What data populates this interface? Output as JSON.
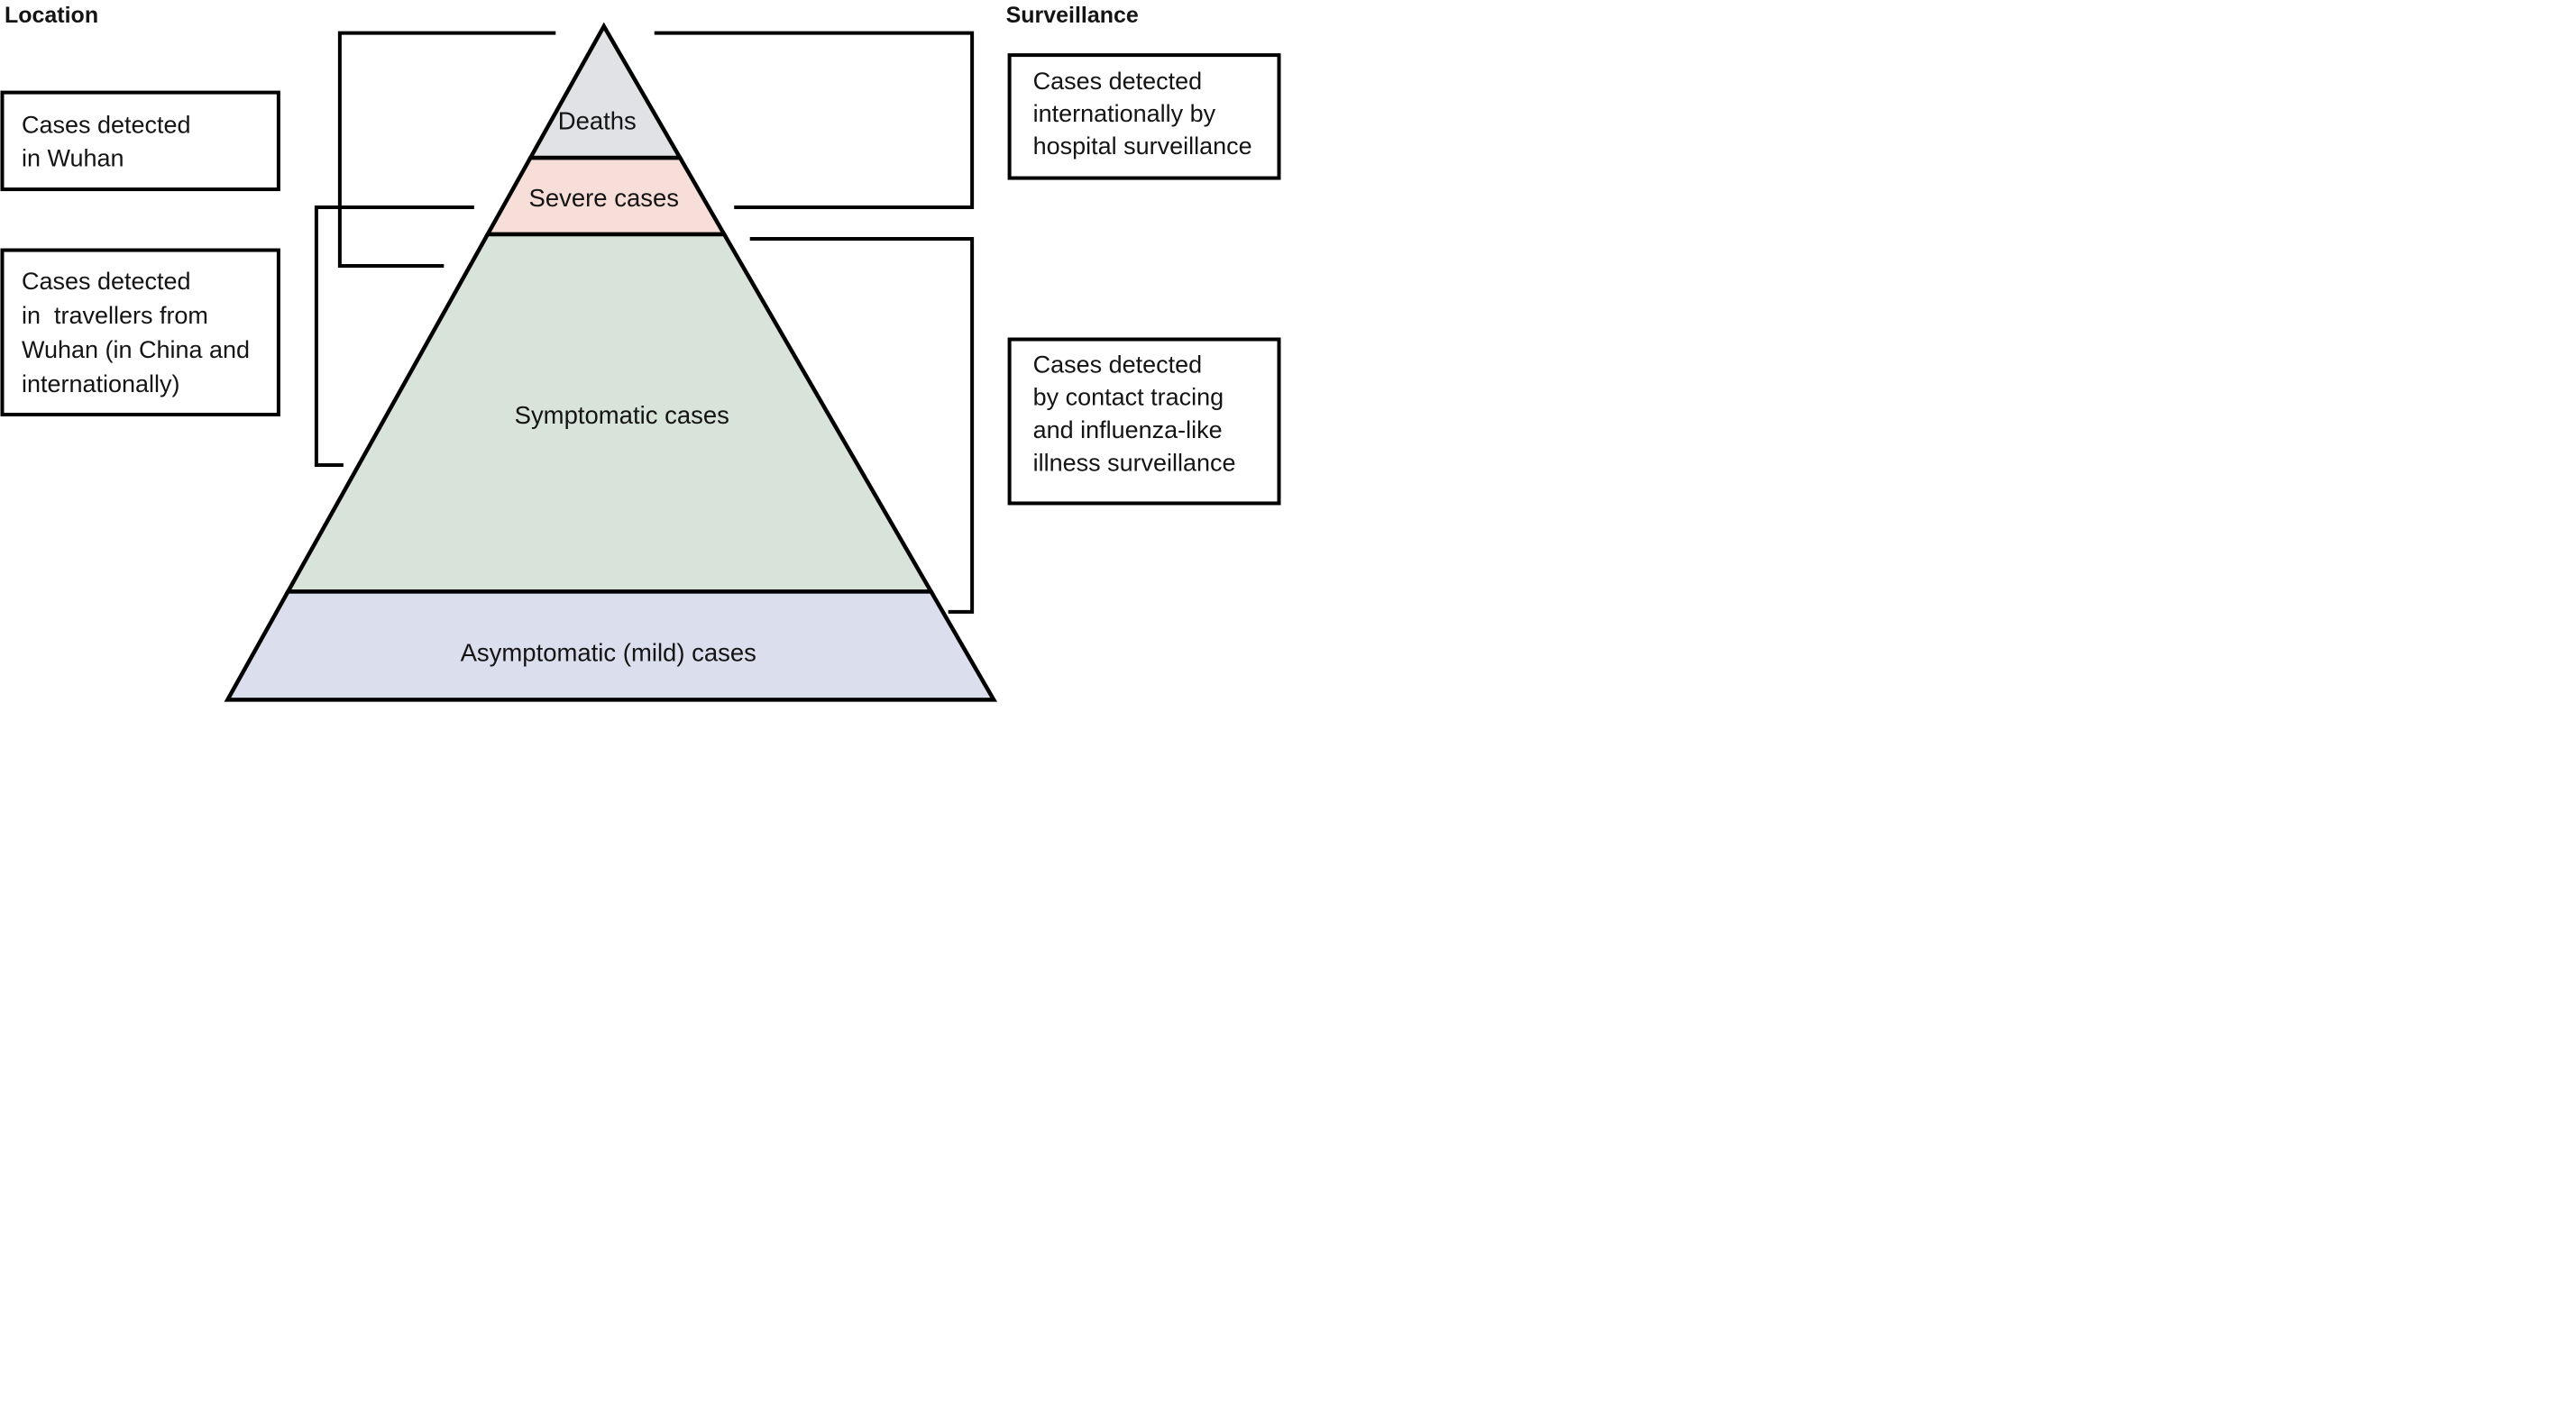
{
  "figure": {
    "left_heading": "Location",
    "right_heading": "Surveillance"
  },
  "pyramid": {
    "outline_color": "#000000",
    "levels": [
      {
        "label": "Deaths",
        "fill": "#e1e2e5"
      },
      {
        "label": "Severe cases",
        "fill": "#f7ded8"
      },
      {
        "label": "Symptomatic cases",
        "fill": "#d8e4da"
      },
      {
        "label": "Asymptomatic (mild) cases",
        "fill": "#dbdeec"
      }
    ]
  },
  "location_boxes": [
    {
      "text": "Cases detected in Wuhan",
      "lines": [
        "Cases detected",
        "in Wuhan"
      ]
    },
    {
      "text": "Cases detected in  travellers from Wuhan (in China and internationally)",
      "lines": [
        "Cases detected",
        "in  travellers from",
        "Wuhan (in China and",
        "internationally)"
      ]
    }
  ],
  "surveillance_boxes": [
    {
      "text": "Cases detected internationally by hospital surveillance",
      "lines": [
        "Cases detected",
        "internationally by",
        "hospital surveillance"
      ]
    },
    {
      "text": "Cases detected by contact tracing and influenza-like illness surveillance",
      "lines": [
        "Cases detected",
        "by contact tracing",
        "and influenza-like",
        "illness surveillance"
      ]
    }
  ]
}
